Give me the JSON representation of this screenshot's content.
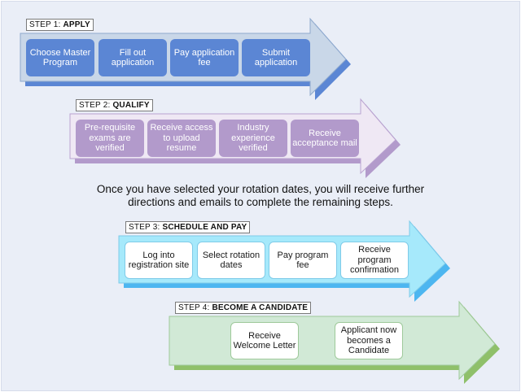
{
  "steps": [
    {
      "number_label": "STEP 1:",
      "title": "APPLY",
      "items": [
        "Choose Master Program",
        "Fill out application",
        "Pay application fee",
        "Submit application"
      ],
      "colors": {
        "arrow": "#c9d7e8",
        "arrow_border": "#8fa9cc",
        "shadow": "#5b86d4",
        "box": "#5b86d4"
      }
    },
    {
      "number_label": "STEP 2:",
      "title": "QUALIFY",
      "items": [
        "Pre-requisite exams are verified",
        "Receive access to upload resume",
        "Industry experience verified",
        "Receive acceptance mail"
      ],
      "colors": {
        "arrow": "#efe8f4",
        "arrow_border": "#b9a3d0",
        "shadow": "#b29acb",
        "box": "#b29acb"
      }
    },
    {
      "number_label": "STEP 3:",
      "title": "SCHEDULE AND PAY",
      "items": [
        "Log into registration site",
        "Select rotation dates",
        "Pay program fee",
        "Receive program confirmation"
      ],
      "colors": {
        "arrow": "#a6e9fb",
        "arrow_border": "#7fcbe8",
        "shadow": "#4db6f0",
        "box": "#ffffff"
      }
    },
    {
      "number_label": "STEP 4:",
      "title": "BECOME A CANDIDATE",
      "items": [
        "Receive Welcome Letter",
        "Applicant now becomes a Candidate"
      ],
      "colors": {
        "arrow": "#d1e9d6",
        "arrow_border": "#9ec99a",
        "shadow": "#8fc06a",
        "box": "#ffffff"
      }
    }
  ],
  "note": {
    "line1": "Once you have selected your rotation dates, you will receive further",
    "line2": "directions and emails to complete the remaining steps."
  }
}
